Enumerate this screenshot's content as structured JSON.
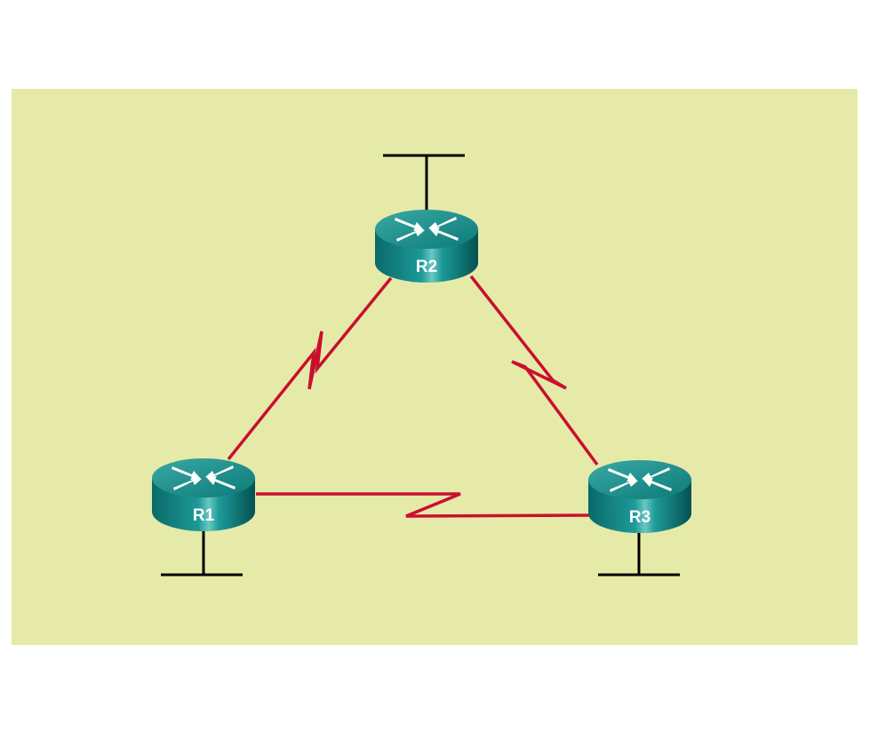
{
  "diagram": {
    "background_color": "#e6eaa8",
    "link_color": "#c8102e",
    "router_color": "#0f8080",
    "routers": [
      {
        "label": "R1"
      },
      {
        "label": "R2"
      },
      {
        "label": "R3"
      }
    ],
    "links": [
      {
        "from": "R1",
        "to": "R2",
        "type": "serial"
      },
      {
        "from": "R2",
        "to": "R3",
        "type": "serial"
      },
      {
        "from": "R1",
        "to": "R3",
        "type": "serial"
      }
    ]
  }
}
